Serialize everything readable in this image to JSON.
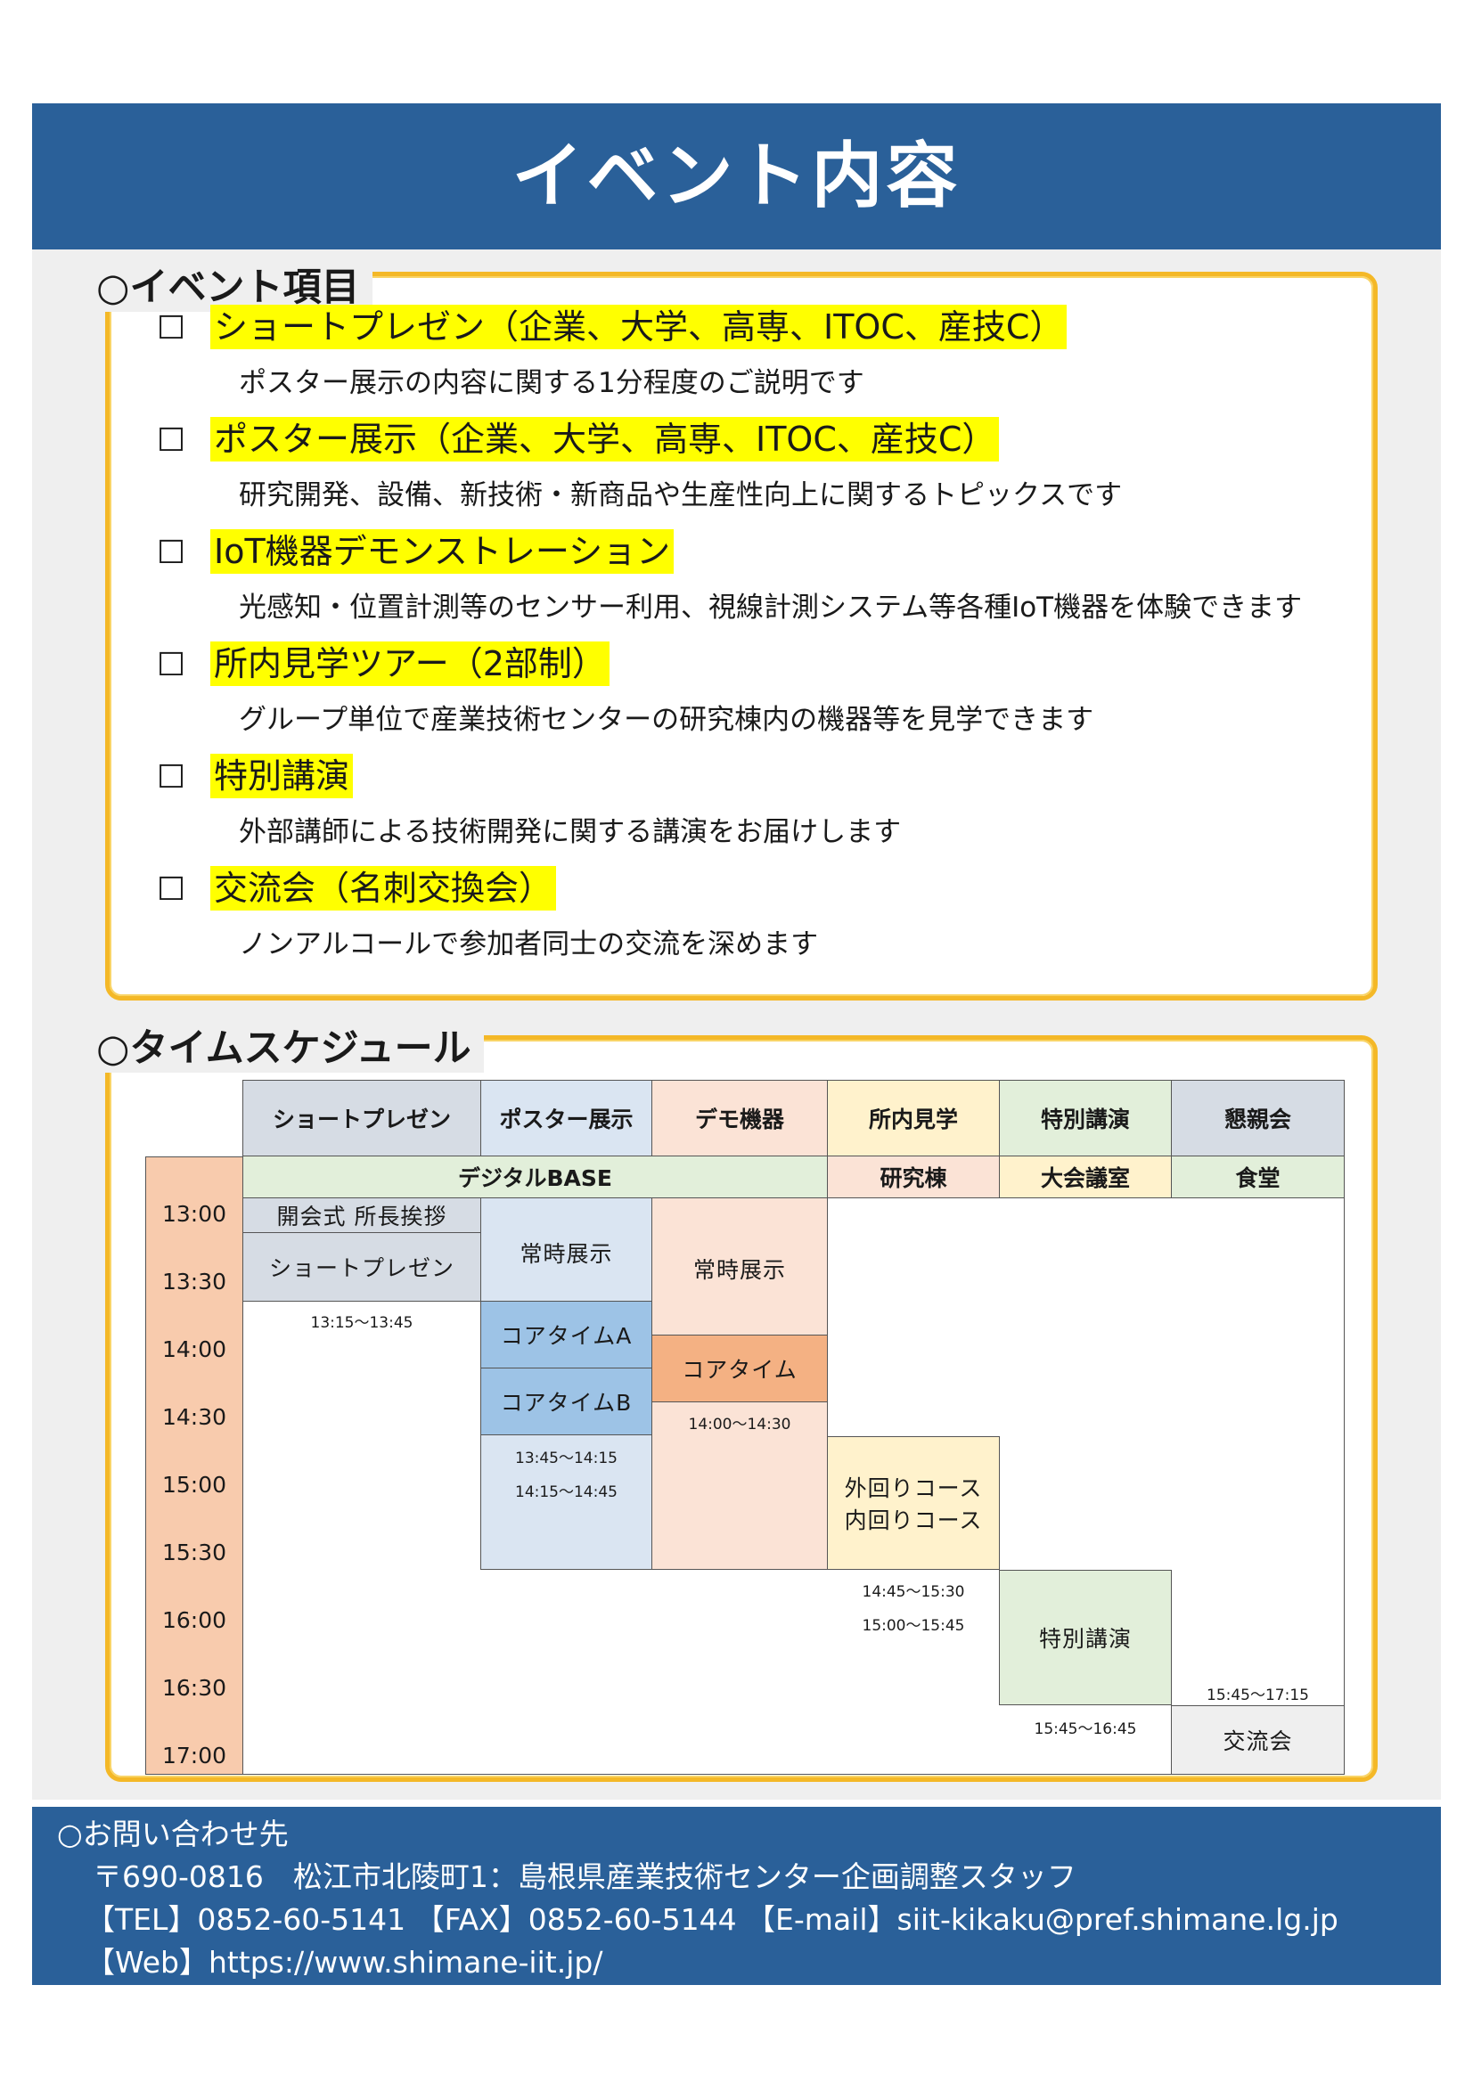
{
  "header": {
    "title": "イベント内容"
  },
  "events": {
    "section_title": "○イベント項目",
    "items": [
      {
        "check": "☐",
        "title": "ショートプレゼン（企業、大学、高専、ITOC、産技C）",
        "desc": "ポスター展示の内容に関する1分程度のご説明です"
      },
      {
        "check": "☐",
        "title": "ポスター展示（企業、大学、高専、ITOC、産技C）",
        "desc": "研究開発、設備、新技術・新商品や生産性向上に関するトピックスです"
      },
      {
        "check": "☐",
        "title": "IoT機器デモンストレーション",
        "desc": "光感知・位置計測等のセンサー利用、視線計測システム等各種IoT機器を体験できます"
      },
      {
        "check": "☐",
        "title": "所内見学ツアー（2部制）",
        "desc": "グループ単位で産業技術センターの研究棟内の機器等を見学できます"
      },
      {
        "check": "☐",
        "title": "特別講演",
        "desc": "外部講師による技術開発に関する講演をお届けします"
      },
      {
        "check": "☐",
        "title": "交流会（名刺交換会）",
        "desc": "ノンアルコールで参加者同士の交流を深めます"
      }
    ]
  },
  "schedule": {
    "section_title": "○タイムスケジュール",
    "columns": [
      "ショートプレゼン",
      "ポスター展示",
      "デモ機器",
      "所内見学",
      "特別講演",
      "懇親会"
    ],
    "venues": [
      "デジタルBASE",
      "研究棟",
      "大会議室",
      "食堂"
    ],
    "times": [
      "13:00",
      "13:30",
      "14:00",
      "14:30",
      "15:00",
      "15:30",
      "16:00",
      "16:30",
      "17:00"
    ],
    "blocks": {
      "opening": "開会式 所長挨拶",
      "short": "ショートプレゼン",
      "poster": "常時展示",
      "core_a": "コアタイムA",
      "core_b": "コアタイムB",
      "demo": "常時展示",
      "demo_core": "コアタイム",
      "tour_outer": "外回りコース",
      "tour_inner": "内回りコース",
      "lecture": "特別講演",
      "party": "交流会"
    },
    "notes": {
      "short": "13:15～13:45",
      "core_a": "13:45～14:15",
      "core_b": "14:15～14:45",
      "demo": "14:00～14:30",
      "tour_outer": "14:45～15:30",
      "tour_inner": "15:00～15:45",
      "lecture": "15:45～16:45",
      "party": "15:45～17:15"
    },
    "colors": {
      "gray": "#d6dce4",
      "blue": "#dae5f2",
      "blue_dark": "#9dc3e6",
      "salmon": "#fbe3d6",
      "orange": "#f4b183",
      "yellow": "#fff2cc",
      "green": "#e2efda",
      "time_col": "#f8cbad"
    }
  },
  "footer": {
    "title": "○お問い合わせ先",
    "address": "〒690-0816　松江市北陵町1：島根県産業技術センター企画調整スタッフ",
    "contact": "【TEL】0852-60-5141 【FAX】0852-60-5144 【E-mail】siit-kikaku@pref.shimane.lg.jp",
    "web": "【Web】https://www.shimane-iit.jp/"
  }
}
